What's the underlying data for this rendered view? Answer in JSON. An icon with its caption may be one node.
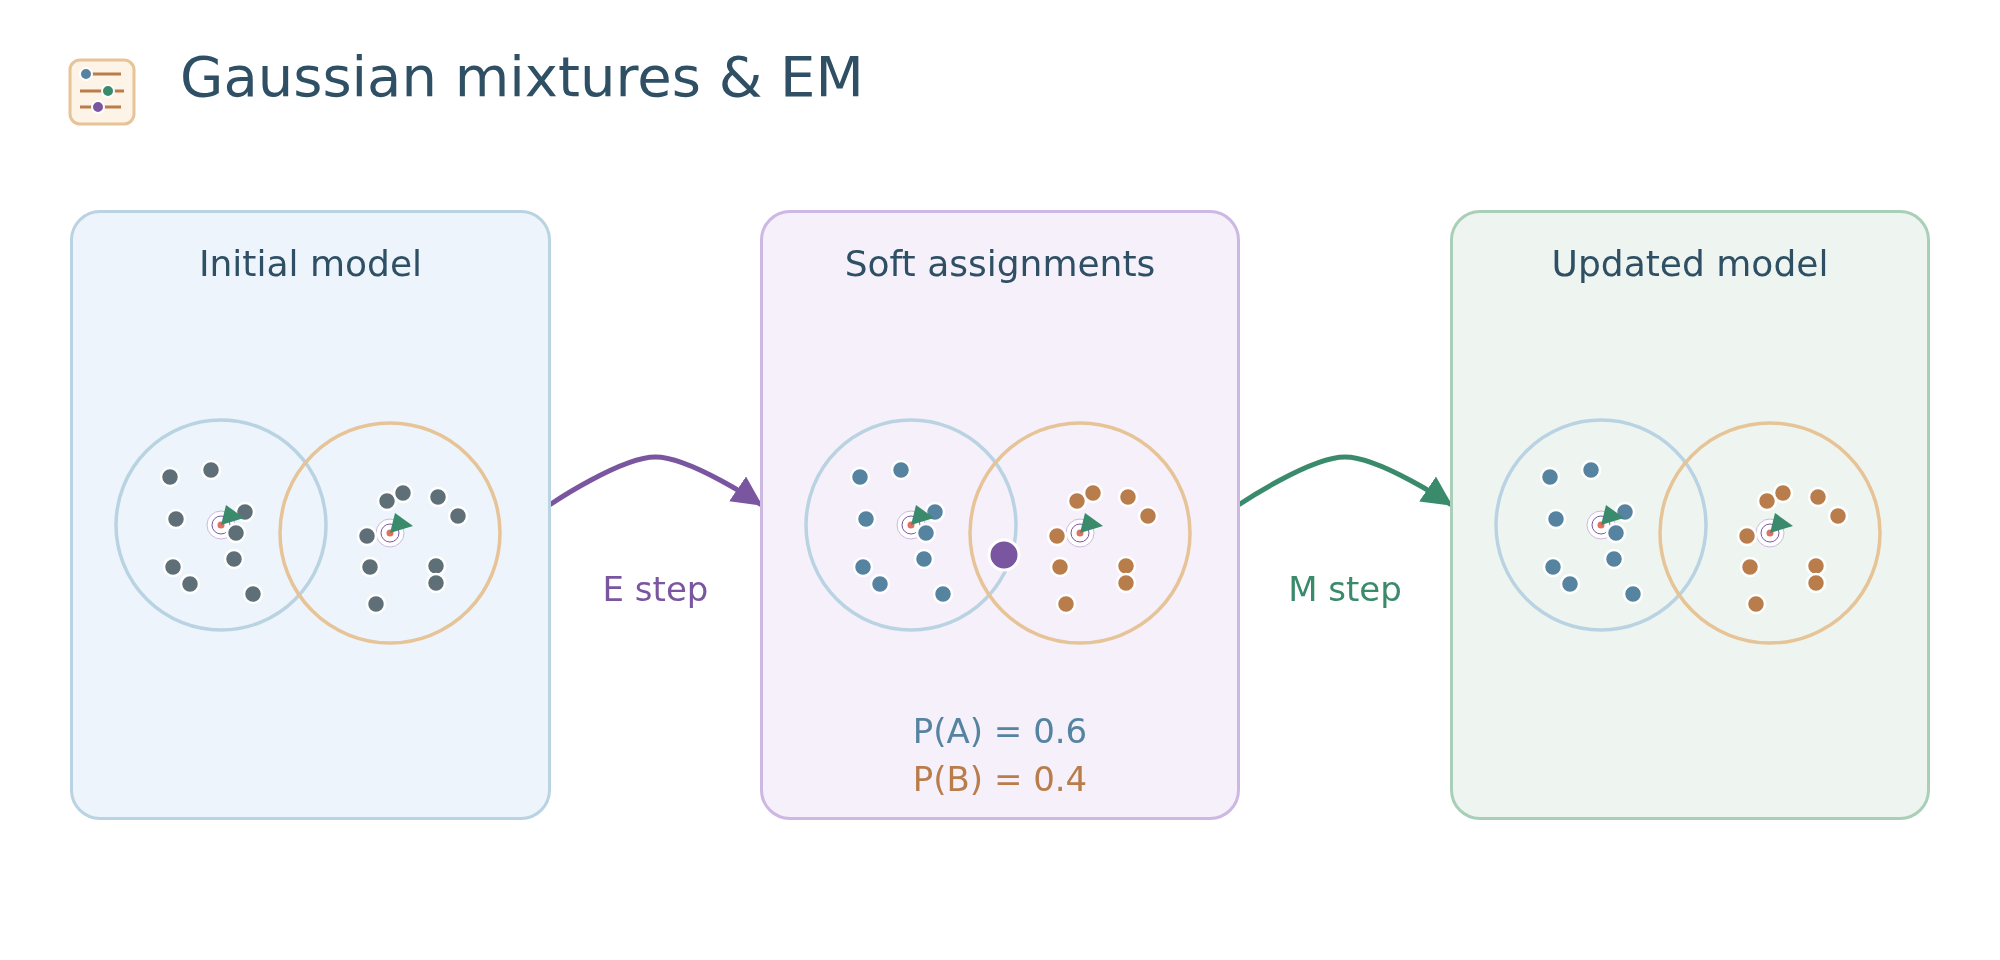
{
  "diagram": {
    "title": "Gaussian mixtures & EM",
    "nodes": [
      {
        "text": [
          "Initial model"
        ]
      },
      {
        "text": [
          "Soft assignments",
          "P(A) = 0.6",
          "P(B) = 0.4"
        ]
      },
      {
        "text": [
          "Updated model"
        ]
      }
    ],
    "edges": [
      {
        "from": 0,
        "to": 1,
        "arrow": "to",
        "label": "E step",
        "color": "#7b56a0"
      },
      {
        "from": 1,
        "to": 2,
        "arrow": "to",
        "label": "M step",
        "color": "#3a8a6c"
      }
    ]
  }
}
